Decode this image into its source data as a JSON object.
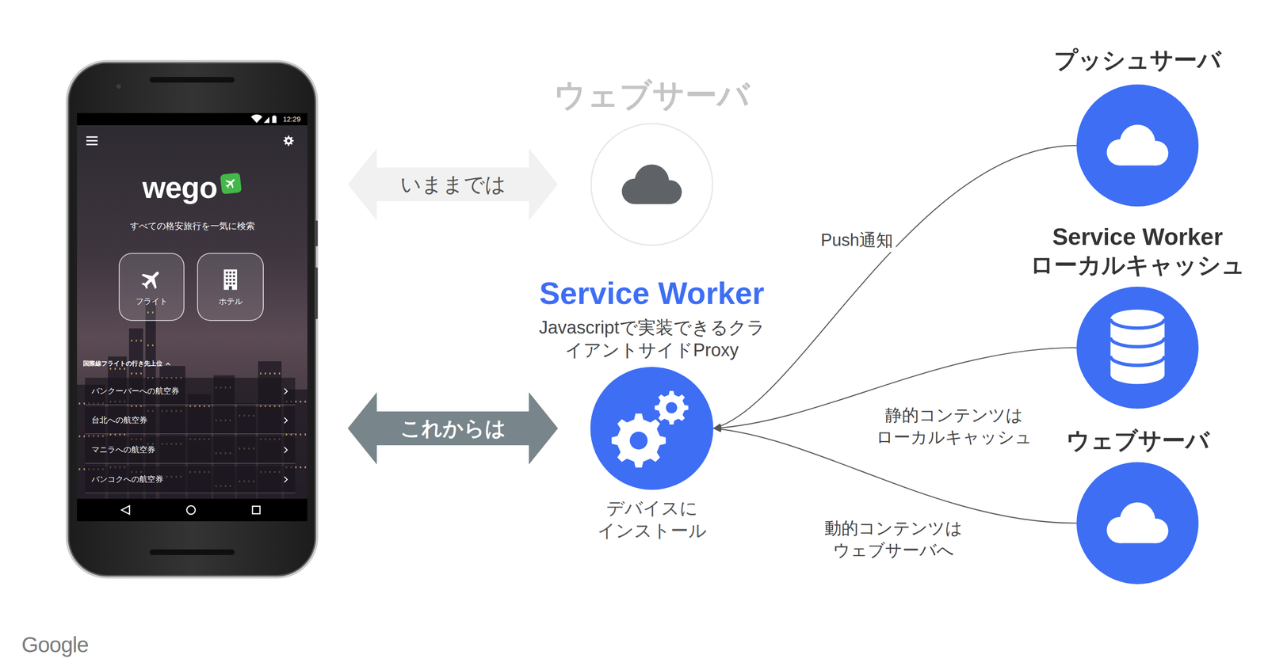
{
  "diagram": {
    "nodes": [
      {
        "text": [
          "12:29",
          "wego",
          "すべての格安旅行を一気に検索",
          "国際線フライトの行き先上位"
        ]
      },
      {
        "text": [
          "フライト"
        ],
        "in": 0
      },
      {
        "text": [
          "ホテル"
        ],
        "in": 0
      },
      {
        "text": [
          "バンクーバーへの航空券"
        ],
        "in": 0
      },
      {
        "text": [
          "台北への航空券"
        ],
        "in": 0
      },
      {
        "text": [
          "マニラへの航空券"
        ],
        "in": 0
      },
      {
        "text": [
          "バンコクへの航空券"
        ],
        "in": 0
      },
      {
        "text": [
          "ウェブサーバ"
        ]
      },
      {
        "text": [
          "Service Worker",
          "Javascriptで実装できるクラ イアントサイドProxy",
          "デバイスに インストール"
        ]
      },
      {
        "text": [
          "プッシュサーバ"
        ]
      },
      {
        "text": [
          "Service Worker ローカルキャッシュ"
        ]
      },
      {
        "text": [
          "ウェブサーバ"
        ]
      }
    ],
    "edges": [
      {
        "from": 0,
        "to": 7,
        "label": "いままでは",
        "arrow": "both"
      },
      {
        "from": 0,
        "to": 8,
        "label": "これからは",
        "arrow": "both"
      },
      {
        "from": 9,
        "to": 8,
        "label": "Push通知",
        "arrow": "to"
      },
      {
        "from": 10,
        "to": 8,
        "label": "静的コンテンツは ローカルキャッシュ",
        "arrow": "to"
      },
      {
        "from": 11,
        "to": 8,
        "label": "動的コンテンツは ウェブサーバへ",
        "arrow": "to"
      }
    ],
    "labels": [
      "Google"
    ]
  }
}
